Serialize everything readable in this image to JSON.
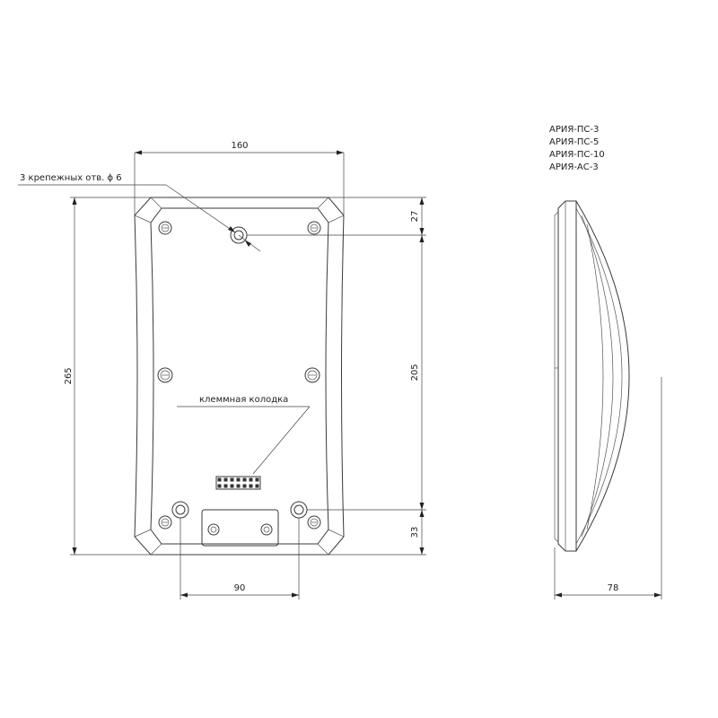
{
  "models": [
    "АРИЯ-ПС-3",
    "АРИЯ-ПС-5",
    "АРИЯ-ПС-10",
    "АРИЯ-АС-3"
  ],
  "labels": {
    "mount_holes": "3 крепежных отв. ϕ 6",
    "terminal_block": "клеммная колодка"
  },
  "dimensions": {
    "width_total": "160",
    "height_total": "265",
    "top_to_hole": "27",
    "hole_spacing_vertical": "205",
    "bottom_to_hole": "33",
    "hole_spacing_horizontal": "90",
    "depth": "78"
  }
}
